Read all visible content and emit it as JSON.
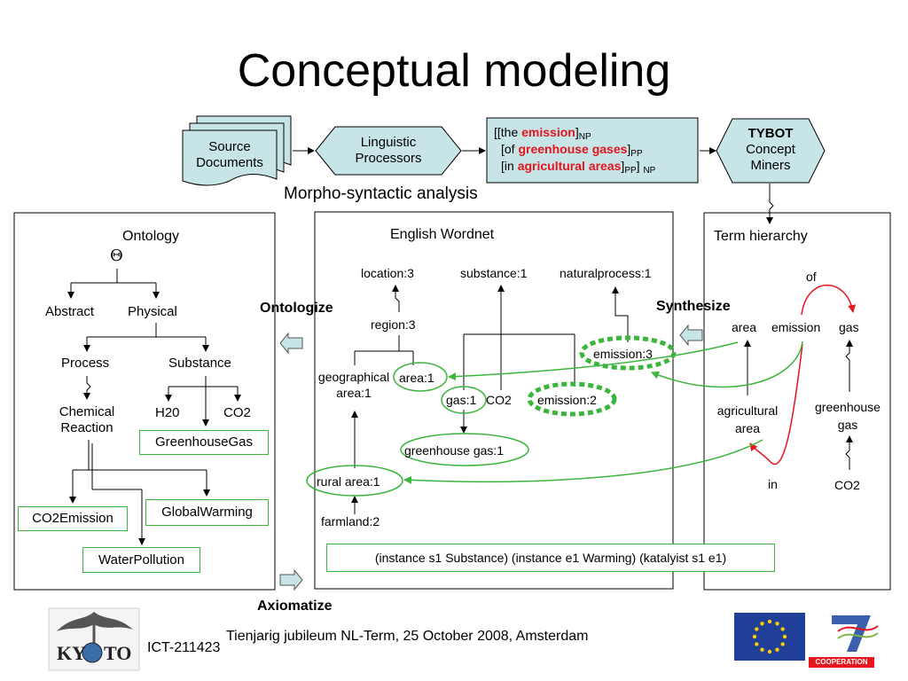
{
  "title": "Conceptual modeling",
  "pipeline": {
    "source_documents": [
      "Source",
      "Documents"
    ],
    "linguistic_processors": [
      "Linguistic",
      "Processors"
    ],
    "parse": {
      "l1_a": "[[the ",
      "l1_b": "emission",
      "l1_c": "]",
      "l1_sub": "NP",
      "l2_a": "[of ",
      "l2_b": "greenhouse gases",
      "l2_c": "]",
      "l2_sub": "PP",
      "l3_a": "[in ",
      "l3_b": "agricultural areas",
      "l3_c": "]",
      "l3_sub": "PP",
      "l3_d": "] ",
      "l3_sub2": "NP"
    },
    "tybot": [
      "TYBOT",
      "Concept",
      "Miners"
    ],
    "morpho_caption": "Morpho-syntactic analysis"
  },
  "ontology": {
    "title": "Ontology",
    "theta": "Θ",
    "abstract": "Abstract",
    "physical": "Physical",
    "process": "Process",
    "substance": "Substance",
    "chemical_reaction": [
      "Chemical",
      "Reaction"
    ],
    "h20": "H20",
    "co2": "CO2",
    "greenhousegas": "GreenhouseGas",
    "co2emission": "CO2Emission",
    "globalwarming": "GlobalWarming",
    "waterpollution": "WaterPollution"
  },
  "wordnet": {
    "title": "English Wordnet",
    "location3": "location:3",
    "substance1": "substance:1",
    "naturalprocess1": "naturalprocess:1",
    "region3": "region:3",
    "emission3": "emission:3",
    "geographical": "geographical",
    "area1_label": "area:1",
    "area1": "area:1",
    "gas1": "gas:1",
    "co2": "CO2",
    "emission2": "emission:2",
    "greenhousegas1": "greenhouse gas:1",
    "ruralarea1": "rural area:1",
    "farmland2": "farmland:2",
    "instance_text": "(instance s1 Substance) (instance e1 Warming) (katalyist s1 e1)"
  },
  "term_hierarchy": {
    "title": "Term hierarchy",
    "of": "of",
    "area": "area",
    "emission": "emission",
    "gas": "gas",
    "agricultural_area": [
      "agricultural",
      "area"
    ],
    "greenhouse_gas": [
      "greenhouse",
      "gas"
    ],
    "in": "in",
    "co2": "CO2"
  },
  "actions": {
    "ontologize": "Ontologize",
    "synthesize": "Synthesize",
    "axiomatize": "Axiomatize"
  },
  "footer": {
    "project_id": "ICT-211423",
    "event": "Tienjarig jubileum NL-Term, 25 October 2008, Amsterdam",
    "kyoto_logo": "KYOTO",
    "fp7_label": "COOPERATION"
  },
  "colors": {
    "box_fill": "#c7e4e6",
    "green": "#3cb53c",
    "red": "#e8141e",
    "eu_blue": "#1f3f99",
    "eu_star": "#ffcc00"
  }
}
